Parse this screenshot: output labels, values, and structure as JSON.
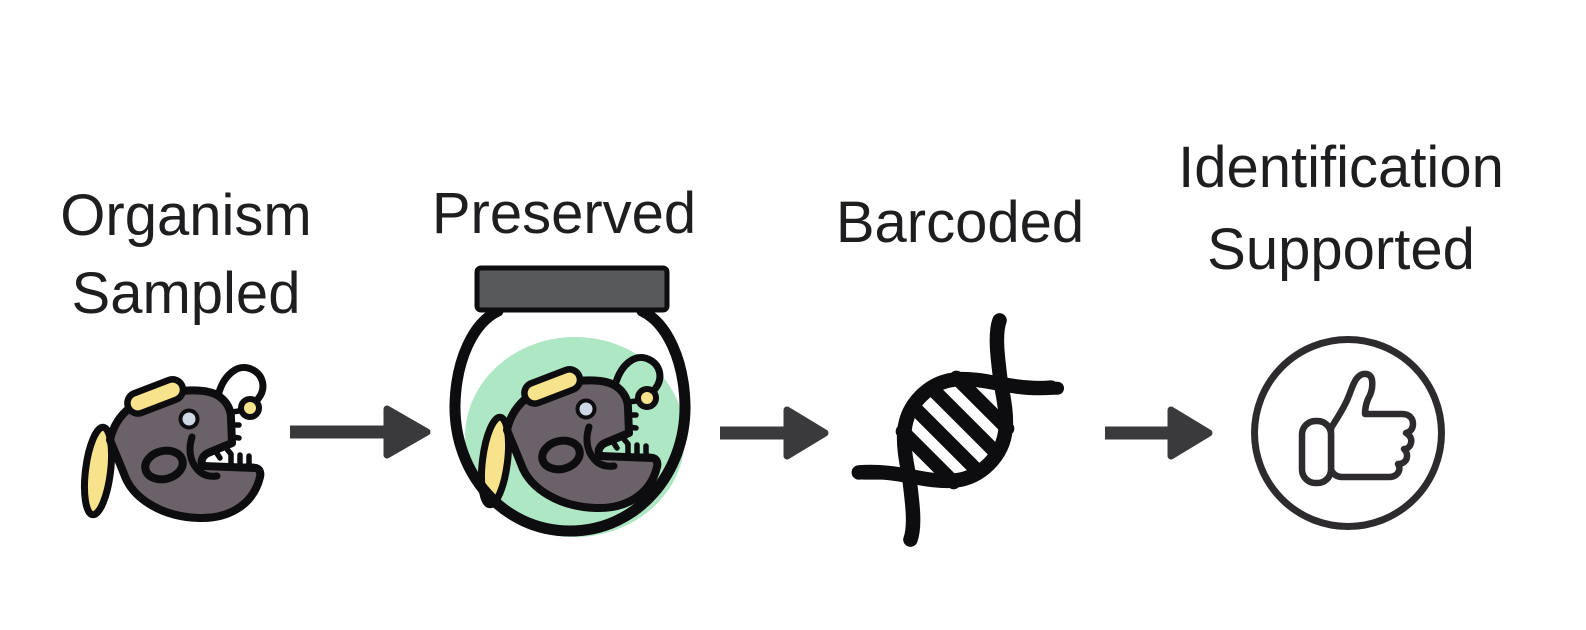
{
  "diagram": {
    "background": "#ffffff",
    "colors": {
      "background": "#ffffff",
      "text": "#1e1d1f",
      "outline": "#0d0c0e",
      "arrow": "#3a393b",
      "fish-body": "#6b6169",
      "fish-fin": "#f6e38c",
      "fish-eye": "#cdd8e4",
      "jar-lid": "#58595b",
      "jar-liquid": "#aee7c4",
      "thumb-stroke": "#2d2b2d"
    },
    "steps": [
      {
        "id": "organism-sampled",
        "label_lines": [
          "Organism",
          "Sampled"
        ],
        "icon": "anglerfish-icon"
      },
      {
        "id": "preserved",
        "label_lines": [
          "Preserved"
        ],
        "icon": "specimen-jar-icon"
      },
      {
        "id": "barcoded",
        "label_lines": [
          "Barcoded"
        ],
        "icon": "dna-helix-icon"
      },
      {
        "id": "identification-supported",
        "label_lines": [
          "Identification",
          "Supported"
        ],
        "icon": "thumbs-up-icon"
      }
    ],
    "connectors": [
      {
        "type": "arrow-right"
      },
      {
        "type": "arrow-right"
      },
      {
        "type": "arrow-right"
      }
    ]
  }
}
